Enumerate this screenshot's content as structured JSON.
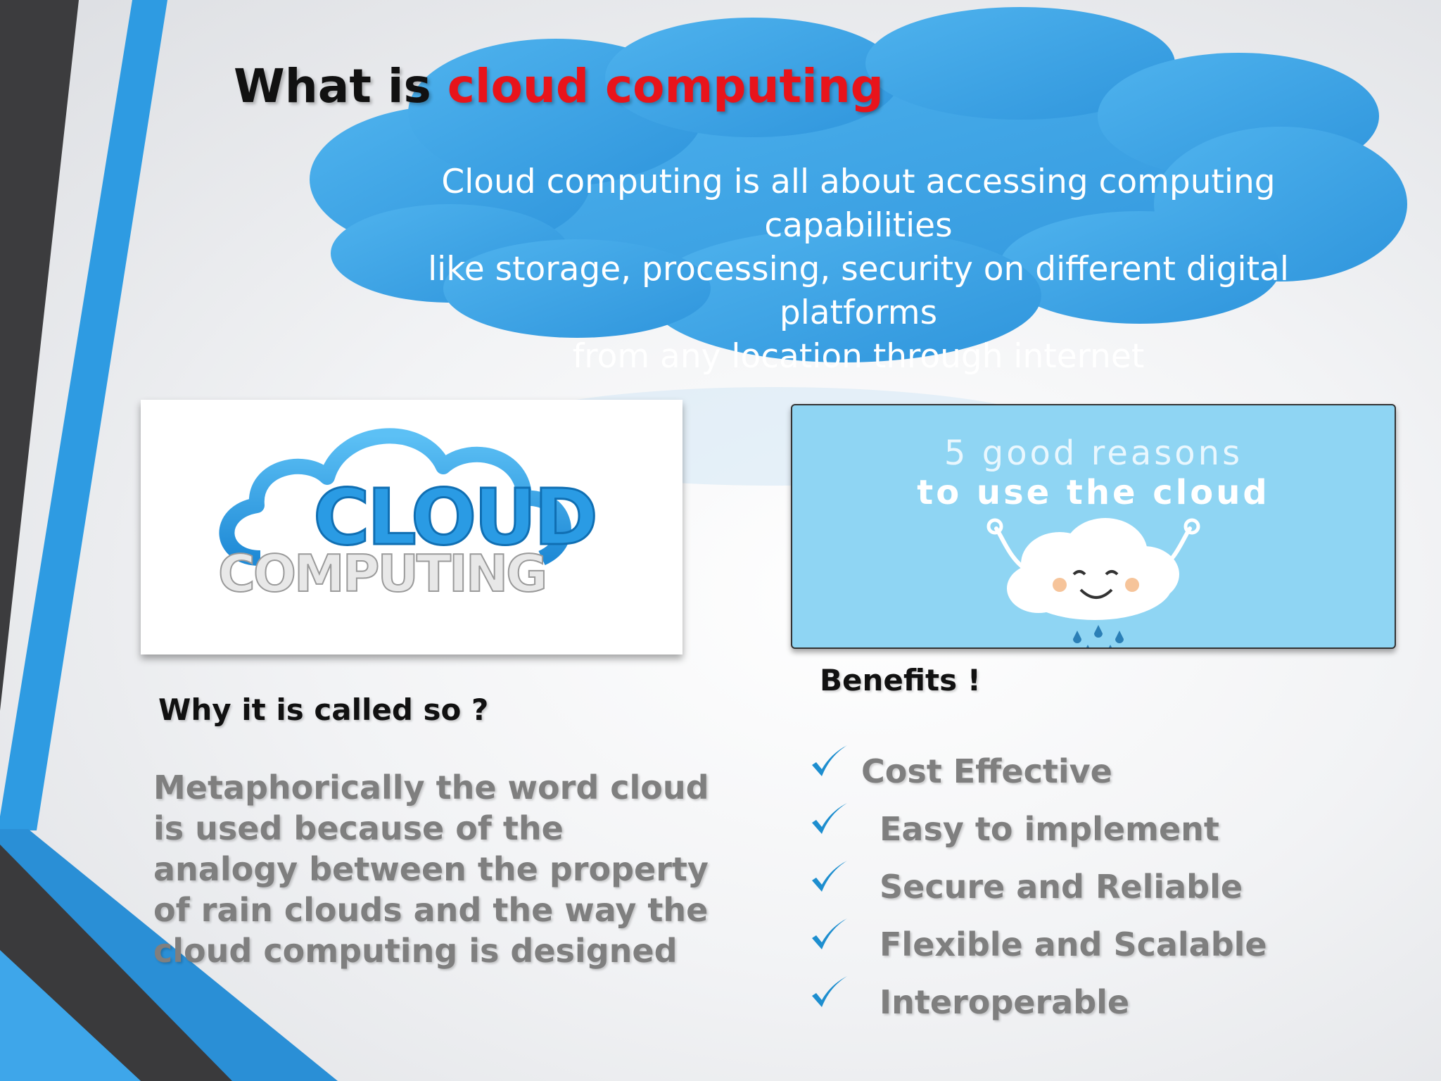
{
  "slide": {
    "title_prefix": "What is ",
    "title_highlight": "cloud computing",
    "definition_lines": [
      "Cloud computing is all about accessing computing capabilities",
      "like storage, processing, security on different digital platforms",
      "from any location through internet"
    ],
    "logo_image": {
      "word_top": "CLOUD",
      "word_bottom": "COMPUTING"
    },
    "reasons_image": {
      "line1": "5 good reasons",
      "line2": "to use the cloud"
    },
    "why_heading": "Why it is called so ?",
    "why_body": "Metaphorically the word cloud is used because of the analogy between the property of rain clouds and the way the cloud computing is designed",
    "benefits_heading": "Benefits !",
    "benefits": [
      "Cost Effective",
      "Easy to implement",
      "Secure and Reliable",
      "Flexible and Scalable",
      "Interoperable"
    ],
    "check_icon": "check-icon",
    "colors": {
      "title_highlight": "#e8141b",
      "cloud_blue": "#3aa0e4",
      "check_blue": "#1d8ecf",
      "body_gray": "#7f7f7f"
    }
  }
}
